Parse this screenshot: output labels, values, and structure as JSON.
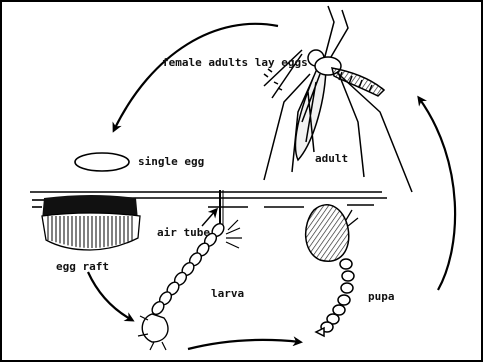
{
  "labels": {
    "female_adults": "female adults lay eggs",
    "single_egg": "single egg",
    "adult": "adult",
    "egg_raft": "egg raft",
    "air_tube": "air tube",
    "larva": "larva",
    "pupa": "pupa"
  }
}
